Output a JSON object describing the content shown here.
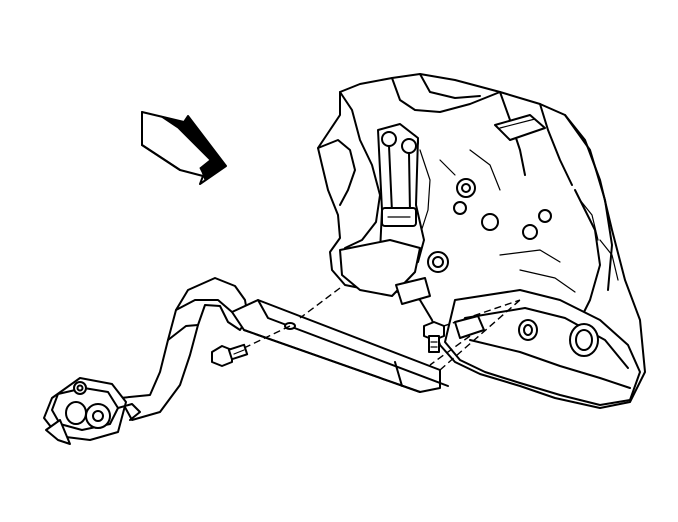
{
  "figure": {
    "background": "#ffffff",
    "ink": "#000000",
    "parts": {
      "direction_arrow": "front-direction-arrow",
      "transmission": "transmission-assembly",
      "mount_bracket": "transmission-mount-bracket",
      "crossmember": "transmission-crossmember",
      "bolt_left": "crossmember-bolt",
      "bolt_right": "bracket-bolt",
      "mount_bushing": "mount-bushing"
    }
  }
}
